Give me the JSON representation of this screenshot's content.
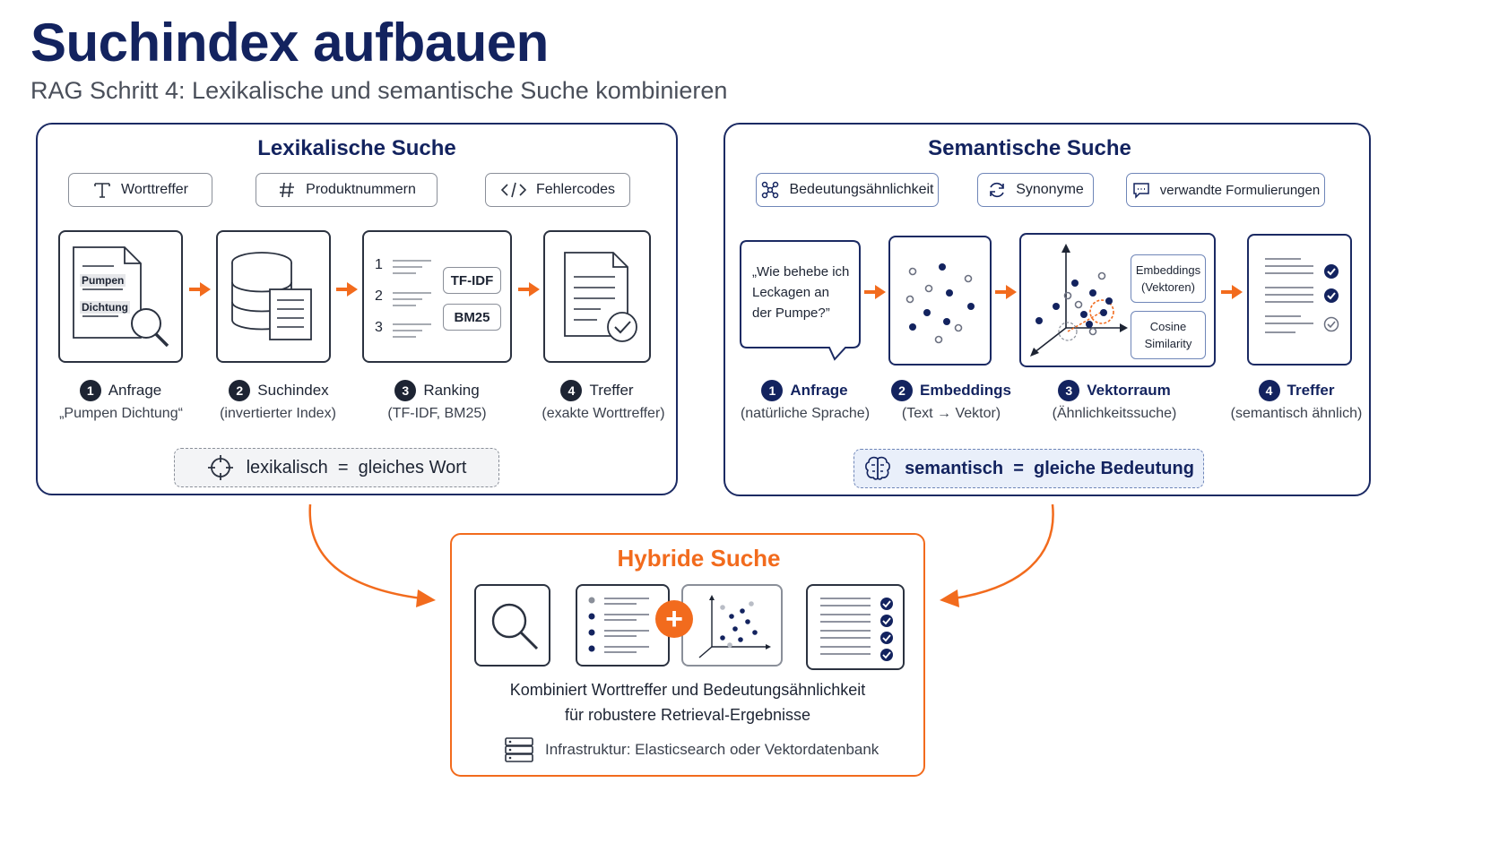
{
  "header": {
    "title": "Suchindex aufbauen",
    "subtitle": "RAG Schritt 4: Lexikalische und semantische Suche kombinieren"
  },
  "lexical": {
    "title": "Lexikalische Suche",
    "chips": [
      "Worttreffer",
      "Produktnummern",
      "Fehlercodes"
    ],
    "doc_tags": [
      "Pumpen",
      "Dichtung"
    ],
    "rank_numbers": [
      "1",
      "2",
      "3"
    ],
    "rank_tags": [
      "TF-IDF",
      "BM25"
    ],
    "steps": [
      {
        "num": "1",
        "label": "Anfrage",
        "sub": "„Pumpen Dichtung“"
      },
      {
        "num": "2",
        "label": "Suchindex",
        "sub": "(invertierter Index)"
      },
      {
        "num": "3",
        "label": "Ranking",
        "sub": "(TF-IDF, BM25)"
      },
      {
        "num": "4",
        "label": "Treffer",
        "sub": "(exakte Worttreffer)"
      }
    ],
    "note": "lexikalisch  =  gleiches Wort"
  },
  "semantic": {
    "title": "Semantische Suche",
    "chips": [
      "Bedeutungsähnlichkeit",
      "Synonyme",
      "verwandte Formulierungen"
    ],
    "query_lines": [
      "„Wie behebe ich",
      "Leckagen an",
      "der Pumpe?”"
    ],
    "space_tags": [
      "Embeddings (Vektoren)",
      "Cosine Similarity"
    ],
    "steps": [
      {
        "num": "1",
        "label": "Anfrage",
        "sub": "(natürliche Sprache)"
      },
      {
        "num": "2",
        "label": "Embeddings",
        "sub": "(Text → Vektor)"
      },
      {
        "num": "3",
        "label": "Vektorraum",
        "sub": "(Ähnlichkeitssuche)"
      },
      {
        "num": "4",
        "label": "Treffer",
        "sub": "(semantisch ähnlich)"
      }
    ],
    "note": "semantisch  =  gleiche Bedeutung"
  },
  "hybrid": {
    "title": "Hybride Suche",
    "description_line1": "Kombiniert Worttreffer und Bedeutungsähnlichkeit",
    "description_line2": "für robustere Retrieval-Ergebnisse",
    "infrastructure": "Infrastruktur: Elasticsearch oder Vektordatenbank",
    "plus": "+"
  },
  "colors": {
    "navy": "#13235f",
    "orange": "#f26b1d",
    "border": "#1b2a63",
    "gray_text": "#4a4f5a"
  },
  "icons": [
    "text-icon",
    "hash-icon",
    "code-icon",
    "network-icon",
    "sync-icon",
    "chat-icon",
    "target-icon",
    "brain-icon",
    "search-icon",
    "database-icon",
    "document-icon",
    "checklist-icon",
    "server-icon"
  ]
}
